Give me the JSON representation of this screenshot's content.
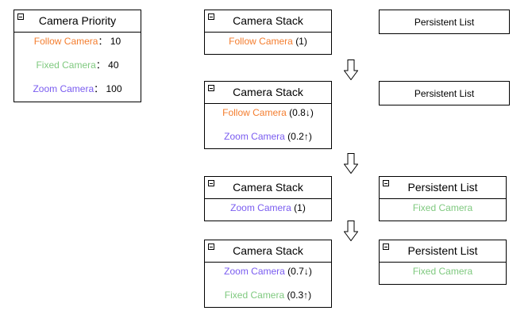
{
  "priority": {
    "title": "Camera Priority",
    "rows": [
      {
        "name": "Follow Camera",
        "sep": "：",
        "value": "10"
      },
      {
        "name": "Fixed Camera",
        "sep": "：",
        "value": "40"
      },
      {
        "name": "Zoom Camera",
        "sep": "：",
        "value": "100"
      }
    ]
  },
  "stage1": {
    "stack_title": "Camera Stack",
    "stack_rows": [
      {
        "name": "Follow Camera",
        "weight": "(1)"
      }
    ],
    "persistent_title": "Persistent List"
  },
  "stage2": {
    "stack_title": "Camera Stack",
    "stack_rows": [
      {
        "name": "Follow Camera",
        "weight": "(0.8↓)"
      },
      {
        "name": "Zoom Camera",
        "weight": "(0.2↑)"
      }
    ],
    "persistent_title": "Persistent List"
  },
  "stage3": {
    "stack_title": "Camera Stack",
    "stack_rows": [
      {
        "name": "Zoom Camera",
        "weight": "(1)"
      }
    ],
    "persistent_title": "Persistent List",
    "persistent_rows": [
      {
        "name": "Fixed Camera"
      }
    ]
  },
  "stage4": {
    "stack_title": "Camera Stack",
    "stack_rows": [
      {
        "name": "Zoom Camera",
        "weight": "(0.7↓)"
      },
      {
        "name": "Fixed Camera",
        "weight": "(0.3↑)"
      }
    ],
    "persistent_title": "Persistent List",
    "persistent_rows": [
      {
        "name": "Fixed Camera"
      }
    ]
  },
  "colors": {
    "follow": "#f47d2e",
    "fixed": "#7fc97f",
    "zoom": "#7a5cf0"
  }
}
